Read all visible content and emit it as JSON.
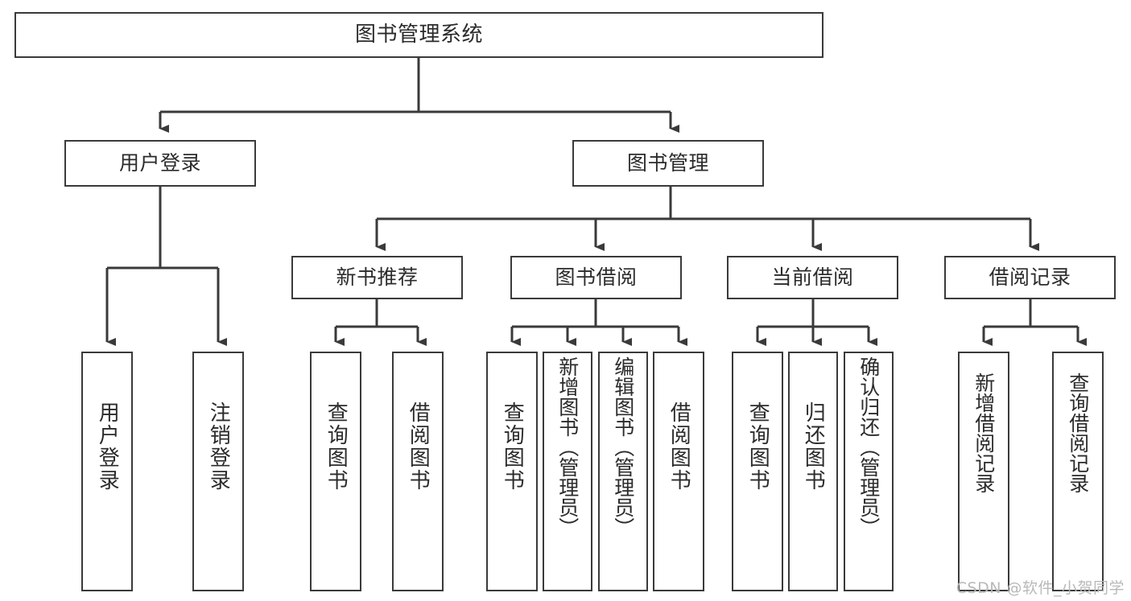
{
  "diagram": {
    "type": "tree",
    "title": "图书管理系统",
    "orientation": "top-down",
    "style": {
      "box_border_color": "#3a3a3a",
      "box_fill_color": "#ffffff",
      "edge_color": "#3a3a3a",
      "text_color": "#2b2b2b",
      "background_color": "#ffffff"
    }
  },
  "nodes": {
    "root": {
      "label": "图书管理系统"
    },
    "level1": [
      {
        "id": "user-login",
        "label": "用户登录"
      },
      {
        "id": "book-manage",
        "label": "图书管理"
      }
    ],
    "level2": [
      {
        "id": "new-book-rec",
        "label": "新书推荐"
      },
      {
        "id": "book-borrow",
        "label": "图书借阅"
      },
      {
        "id": "current-borrow",
        "label": "当前借阅"
      },
      {
        "id": "borrow-record",
        "label": "借阅记录"
      }
    ],
    "leaves": {
      "user_login": [
        {
          "id": "leaf-user-login",
          "label": "用户登录"
        },
        {
          "id": "leaf-logout-login",
          "label": "注销登录"
        }
      ],
      "new_book_rec": [
        {
          "id": "leaf-query-book-1",
          "label": "查询图书"
        },
        {
          "id": "leaf-borrow-book-1",
          "label": "借阅图书"
        }
      ],
      "book_borrow": [
        {
          "id": "leaf-query-book-2",
          "label": "查询图书"
        },
        {
          "id": "leaf-add-book",
          "label": "新增图书（管理员）"
        },
        {
          "id": "leaf-edit-book",
          "label": "编辑图书（管理员）"
        },
        {
          "id": "leaf-borrow-book-2",
          "label": "借阅图书"
        }
      ],
      "current_borrow": [
        {
          "id": "leaf-query-book-3",
          "label": "查询图书"
        },
        {
          "id": "leaf-return-book",
          "label": "归还图书"
        },
        {
          "id": "leaf-confirm-return",
          "label": "确认归还（管理员）"
        }
      ],
      "borrow_record": [
        {
          "id": "leaf-add-record",
          "label": "新增借阅记录"
        },
        {
          "id": "leaf-query-record",
          "label": "查询借阅记录"
        }
      ]
    }
  },
  "watermark": {
    "text": "CSDN @软件_小贺同学"
  }
}
